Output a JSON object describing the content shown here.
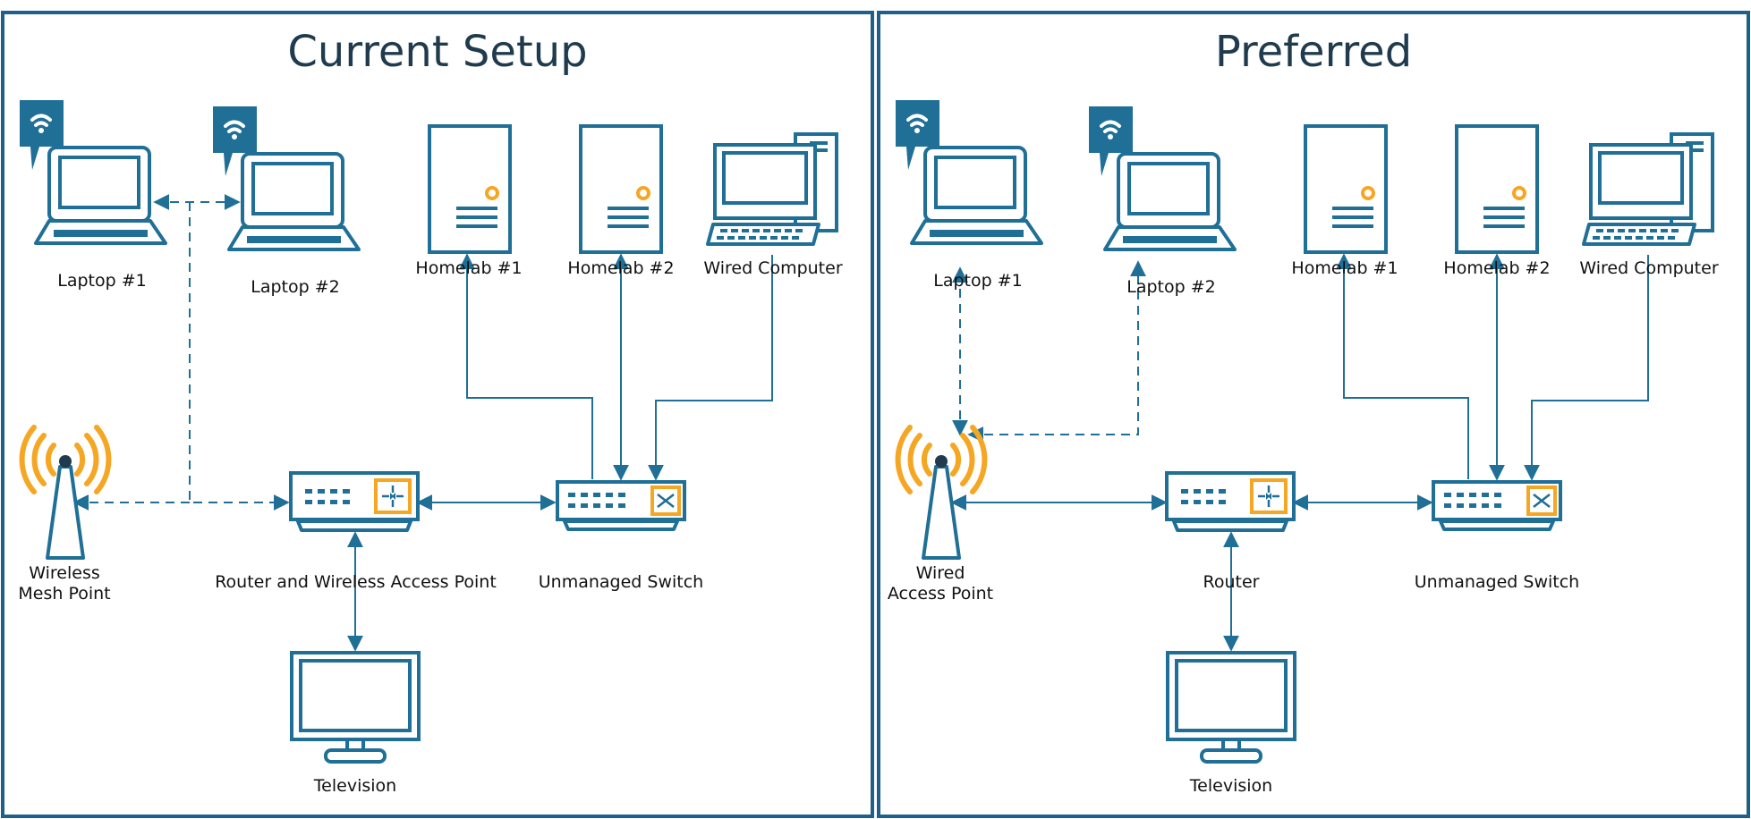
{
  "colors": {
    "frame": "#1f5f8b",
    "device": "#1f6f96",
    "accent": "#f5a623",
    "title": "#1f3b4d"
  },
  "panels": [
    {
      "title": "Current Setup",
      "labels": {
        "laptop1": "Laptop #1",
        "laptop2": "Laptop #2",
        "homelab1": "Homelab #1",
        "homelab2": "Homelab #2",
        "wired_computer": "Wired Computer",
        "mesh_line1": "Wireless",
        "mesh_line2": "Mesh Point",
        "router": "Router and Wireless Access Point",
        "switch": "Unmanaged Switch",
        "television": "Television"
      }
    },
    {
      "title": "Preferred",
      "labels": {
        "laptop1": "Laptop #1",
        "laptop2": "Laptop #2",
        "homelab1": "Homelab #1",
        "homelab2": "Homelab #2",
        "wired_computer": "Wired Computer",
        "ap_line1": "Wired",
        "ap_line2": "Access Point",
        "router": "Router",
        "switch": "Unmanaged Switch",
        "television": "Television"
      }
    }
  ],
  "icons": [
    "laptop-icon",
    "wifi-badge-icon",
    "server-tower-icon",
    "desktop-computer-icon",
    "antenna-icon",
    "router-icon",
    "network-switch-icon",
    "monitor-icon"
  ]
}
